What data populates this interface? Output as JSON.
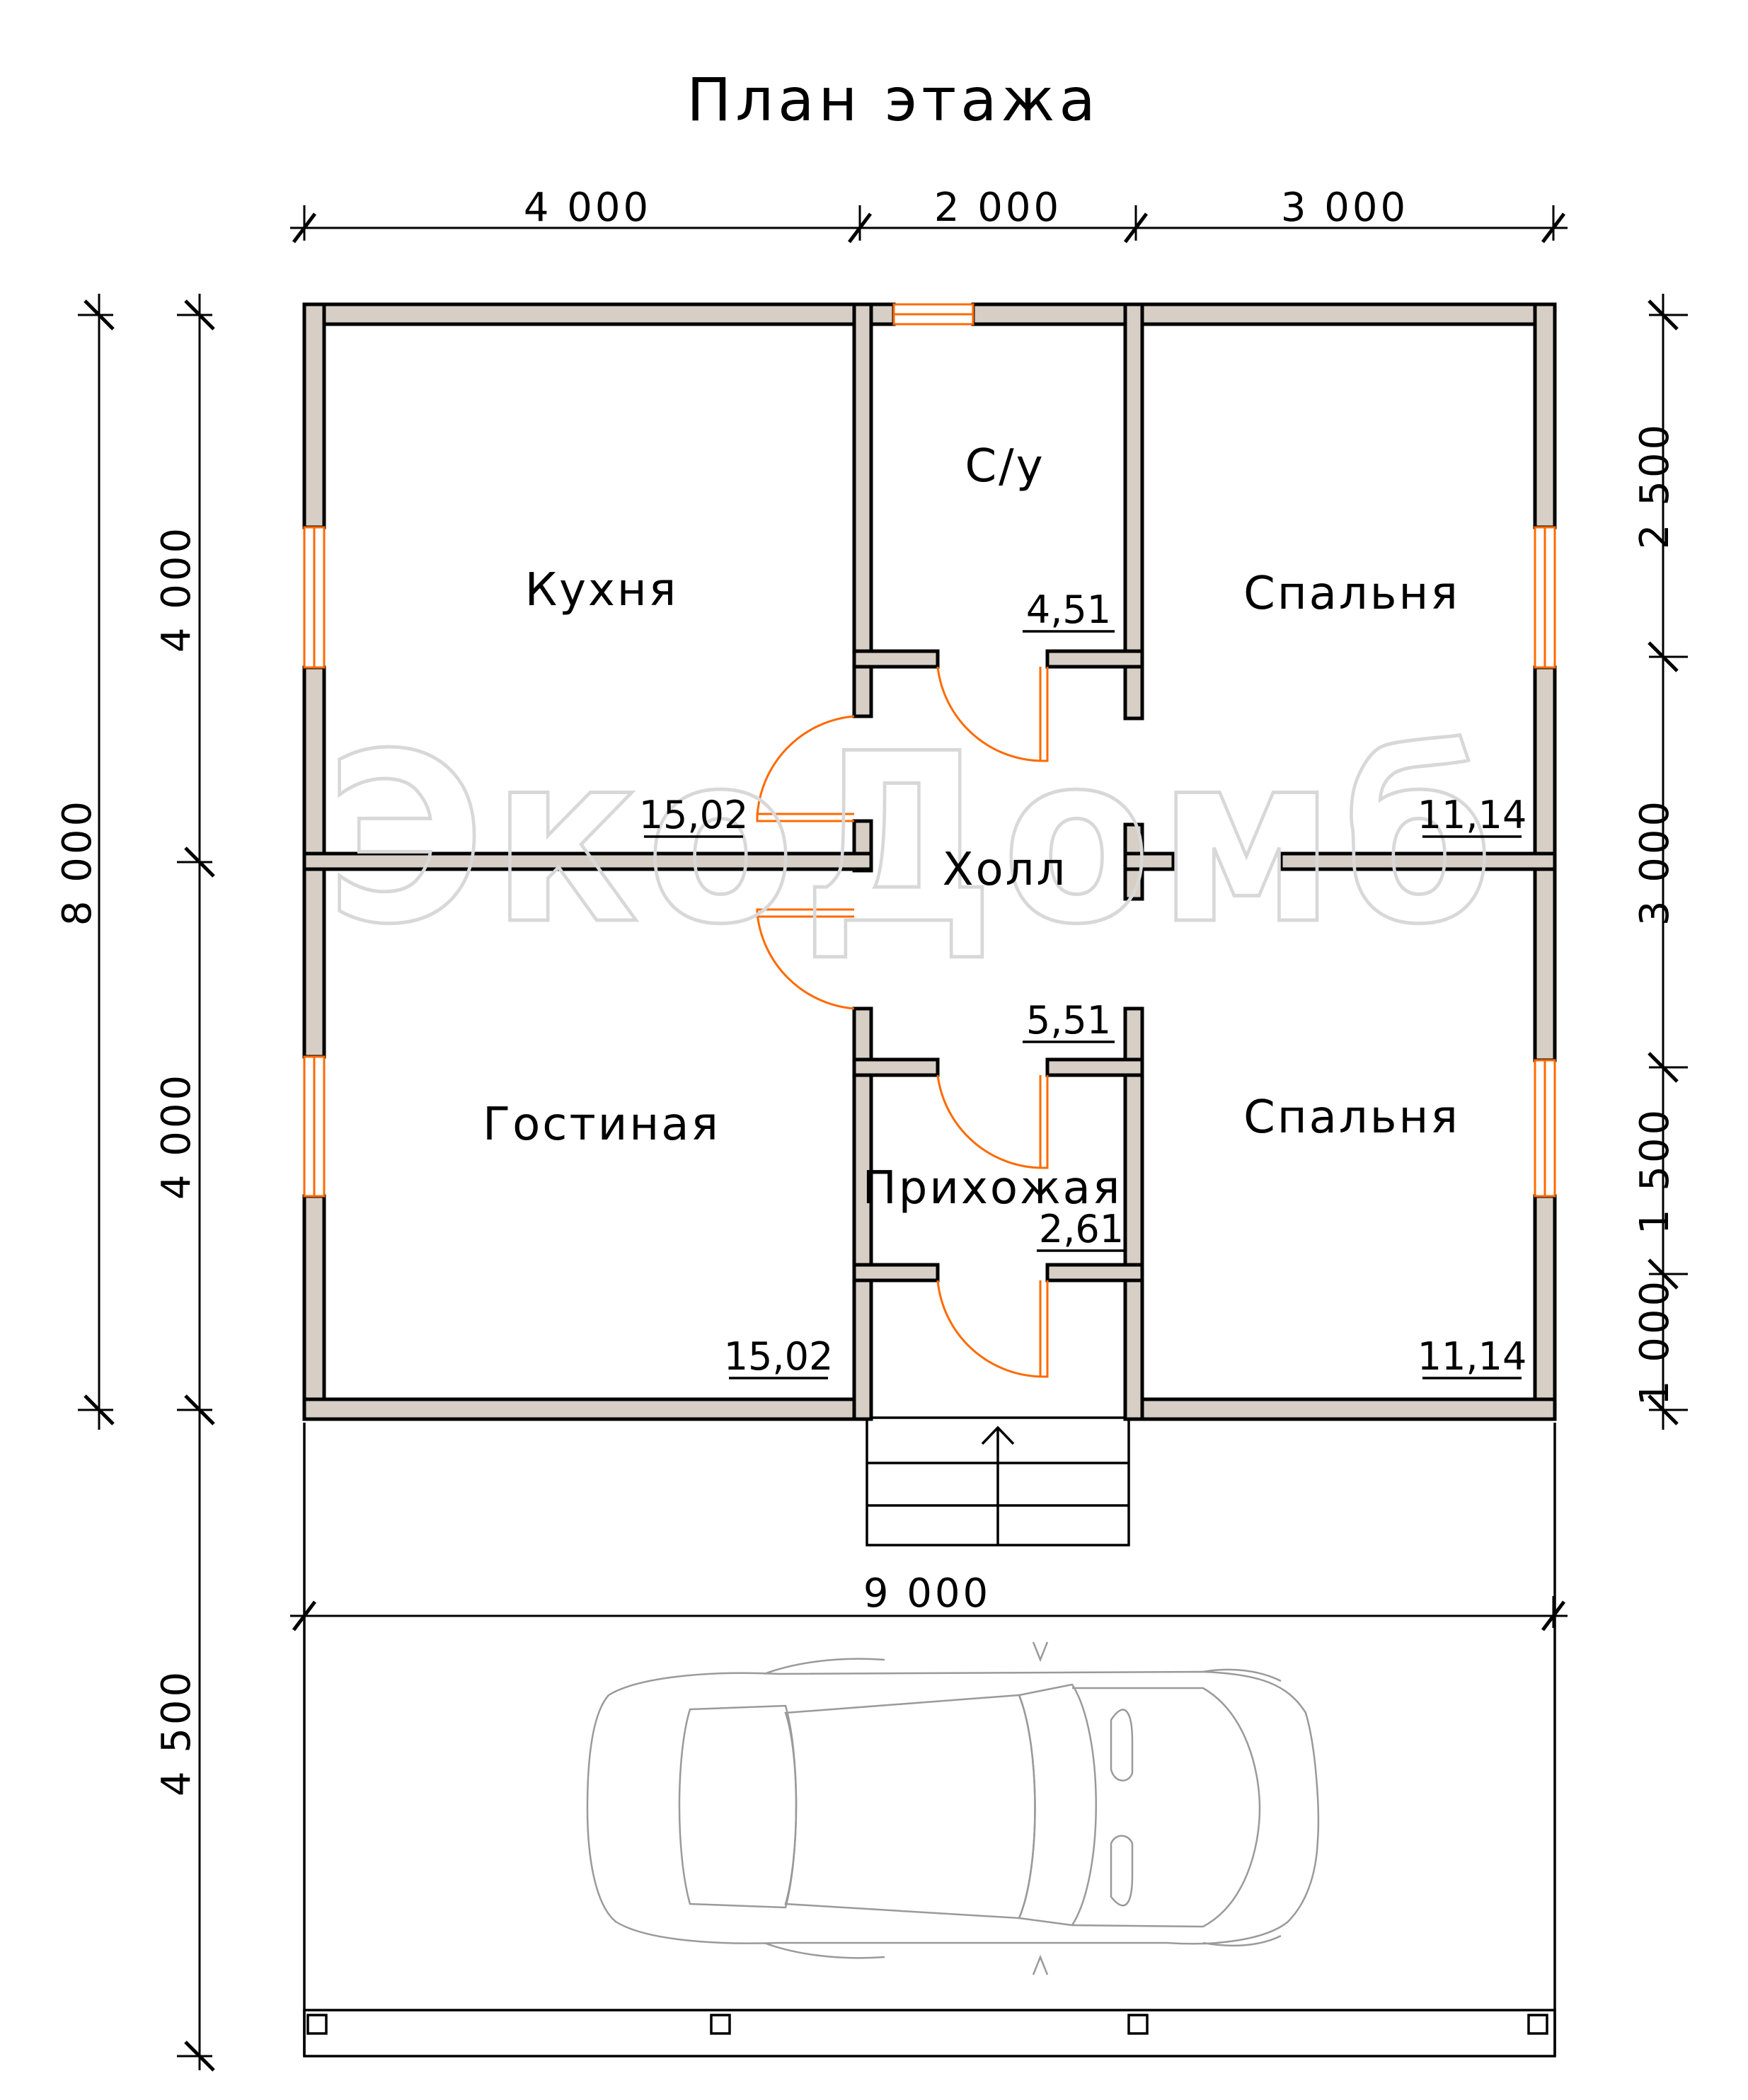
{
  "title": "План этажа",
  "watermark": "ЭкоДомб",
  "rooms": {
    "kitchen": {
      "name": "Кухня",
      "area": "15,02"
    },
    "bathroom": {
      "name": "С/у",
      "area": "4,51"
    },
    "bedroom_top": {
      "name": "Спальня",
      "area": "11,14"
    },
    "hall": {
      "name": "Холл",
      "area": "5,51"
    },
    "living": {
      "name": "Гостиная",
      "area": "15,02"
    },
    "entry": {
      "name": "Прихожая",
      "area": "2,61"
    },
    "bedroom_bottom": {
      "name": "Спальня",
      "area": "11,14"
    }
  },
  "dimensions": {
    "top": [
      "4 000",
      "2 000",
      "3 000"
    ],
    "terrace_width": "9 000",
    "left_outer": "8 000",
    "left_inner": [
      "4 000",
      "4 000",
      "4 500"
    ],
    "right": [
      "2 500",
      "3 000",
      "1 500",
      "1 000"
    ]
  },
  "colors": {
    "wall_fill": "#d7cfc6",
    "door_window": "#ff6a00",
    "line": "#000000"
  }
}
